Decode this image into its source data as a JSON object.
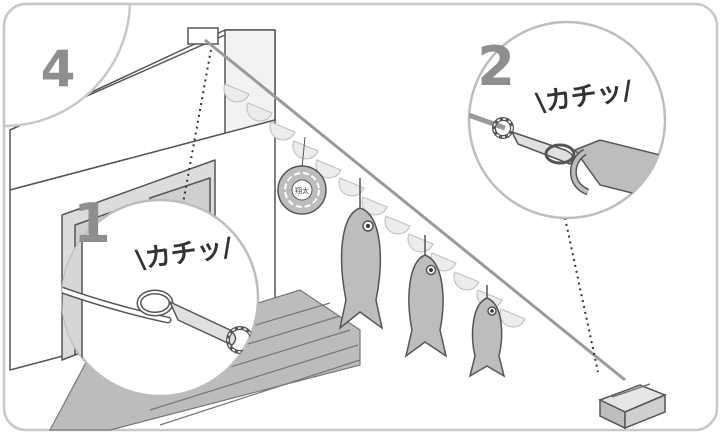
{
  "panel": {
    "step_number": "4"
  },
  "callout_1": {
    "step_number": "1",
    "sound": "\\カチッ/"
  },
  "callout_2": {
    "step_number": "2",
    "sound": "\\カチッ/"
  },
  "decoration": {
    "kusudama_text": "翔太"
  },
  "colors": {
    "frame_border": "#c8c8c8",
    "line": "#555555",
    "gray_fill": "#bdbdbd",
    "light_fill": "#eaeaea",
    "step_number": "#8e8e8e"
  }
}
